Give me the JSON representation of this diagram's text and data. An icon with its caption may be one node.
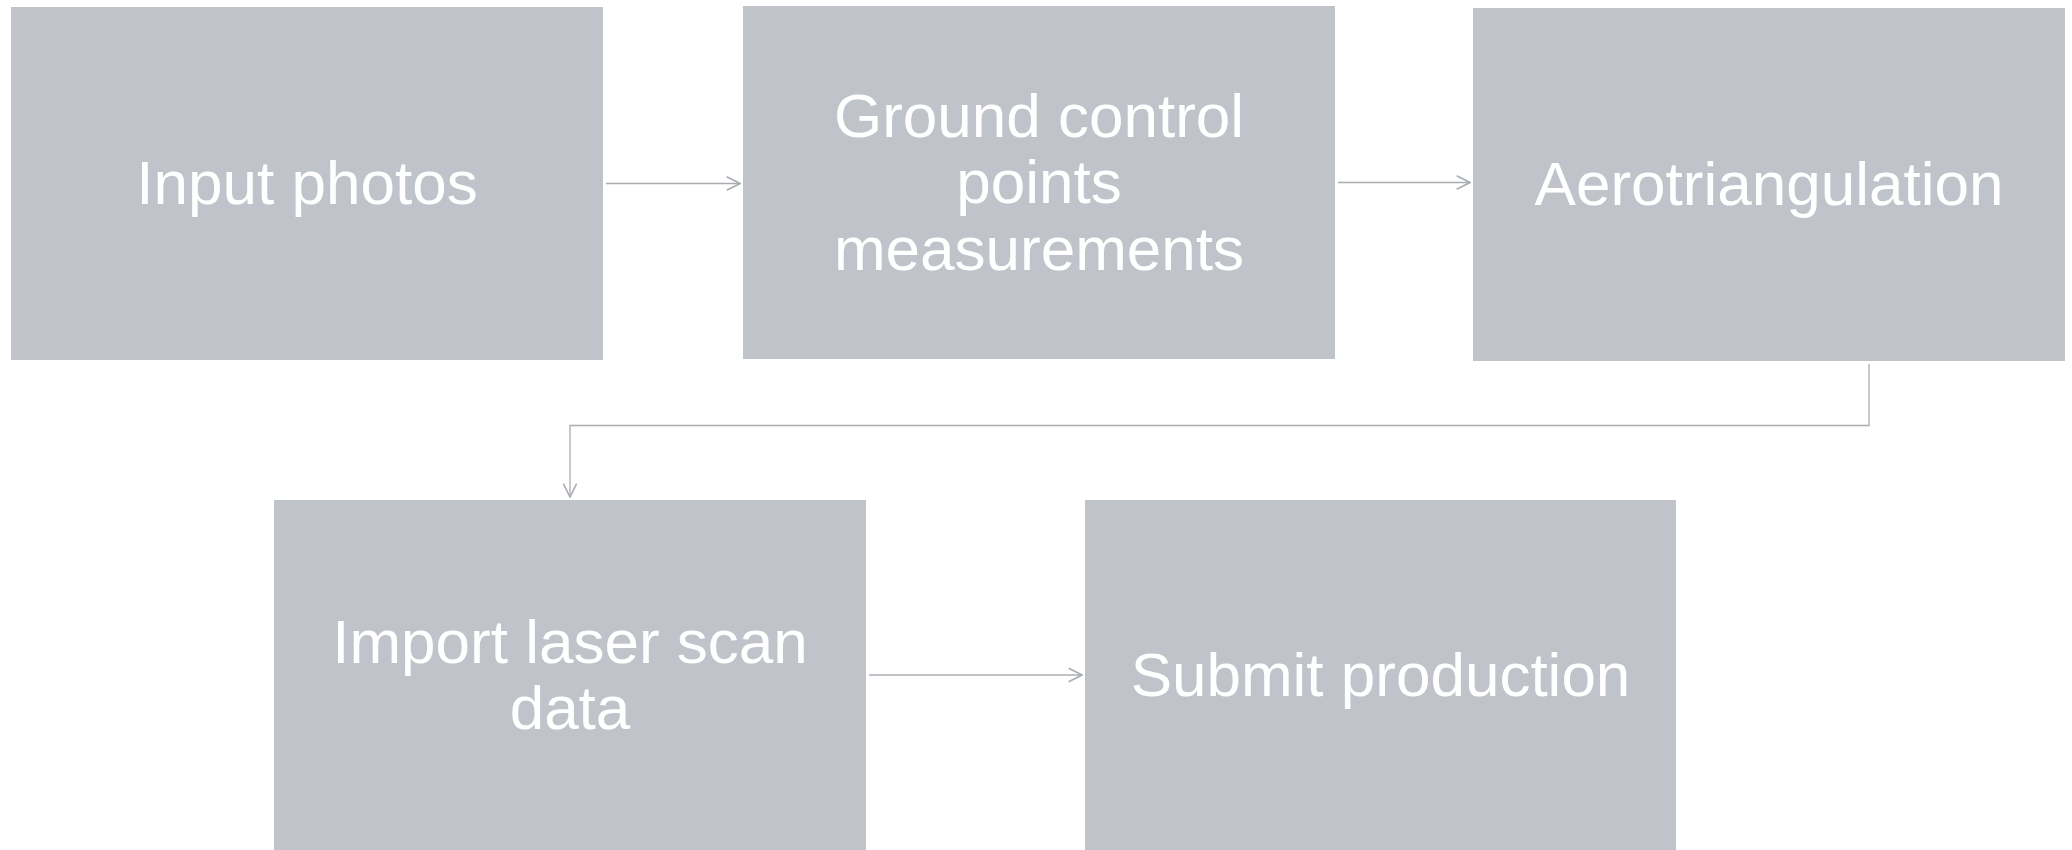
{
  "diagram": {
    "nodes": [
      {
        "text": [
          "Input photos"
        ]
      },
      {
        "text": [
          "Ground control points measurements"
        ]
      },
      {
        "text": [
          "Aerotriangulation"
        ]
      },
      {
        "text": [
          "Import laser scan data"
        ]
      },
      {
        "text": [
          "Submit production"
        ]
      }
    ],
    "edges": [
      {
        "from": 0,
        "to": 1,
        "arrow": "to"
      },
      {
        "from": 1,
        "to": 2,
        "arrow": "to"
      },
      {
        "from": 2,
        "to": 3,
        "arrow": "to"
      },
      {
        "from": 3,
        "to": 4,
        "arrow": "to"
      }
    ]
  }
}
